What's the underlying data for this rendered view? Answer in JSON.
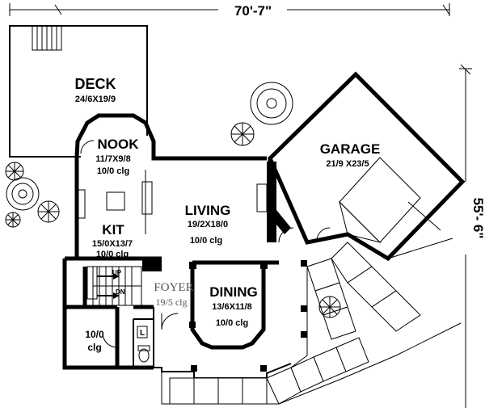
{
  "dimensions": {
    "width": "70'-7\"",
    "depth": "55'- 6\""
  },
  "rooms": {
    "deck": {
      "name": "DECK",
      "size": "24/6X19/9"
    },
    "nook": {
      "name": "NOOK",
      "size": "11/7X9/8",
      "ceiling": "10/0 clg"
    },
    "kit": {
      "name": "KIT",
      "size": "15/0X13/7",
      "ceiling": "10/0 clg"
    },
    "living": {
      "name": "LIVING",
      "size": "19/2X18/0",
      "ceiling": "10/0 clg"
    },
    "garage": {
      "name": "GARAGE",
      "size": "21/9 X23/5"
    },
    "foyer": {
      "name": "FOYER",
      "ceiling": "19/5 clg"
    },
    "dining": {
      "name": "DINING",
      "size": "13/6X11/8",
      "ceiling": "10/0 clg"
    },
    "den": {
      "size": "10/0",
      "ceiling": "clg"
    }
  },
  "stairs": {
    "up": "UP",
    "down": "DN"
  },
  "fixtures": {
    "laundry": "L"
  }
}
